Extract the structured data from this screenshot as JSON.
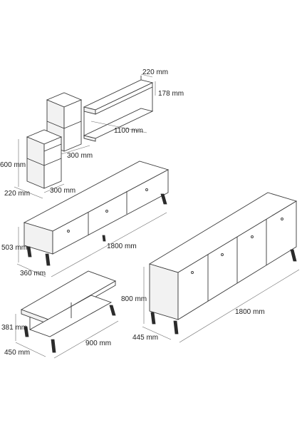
{
  "dimensions": {
    "shelf_width": "220 mm",
    "shelf_depth": "178 mm",
    "shelf_length": "1100 mm",
    "tower_width": "300 mm",
    "tower_height": "600 mm",
    "tower_depth": "220 mm",
    "tower_width_lower": "300 mm",
    "tv_height": "503 mm",
    "tv_length": "1800 mm",
    "tv_depth": "360 mm",
    "table_height": "381 mm",
    "table_depth": "450 mm",
    "table_length": "900 mm",
    "sideboard_height": "800 mm",
    "sideboard_length": "1800 mm",
    "sideboard_depth": "445 mm"
  }
}
